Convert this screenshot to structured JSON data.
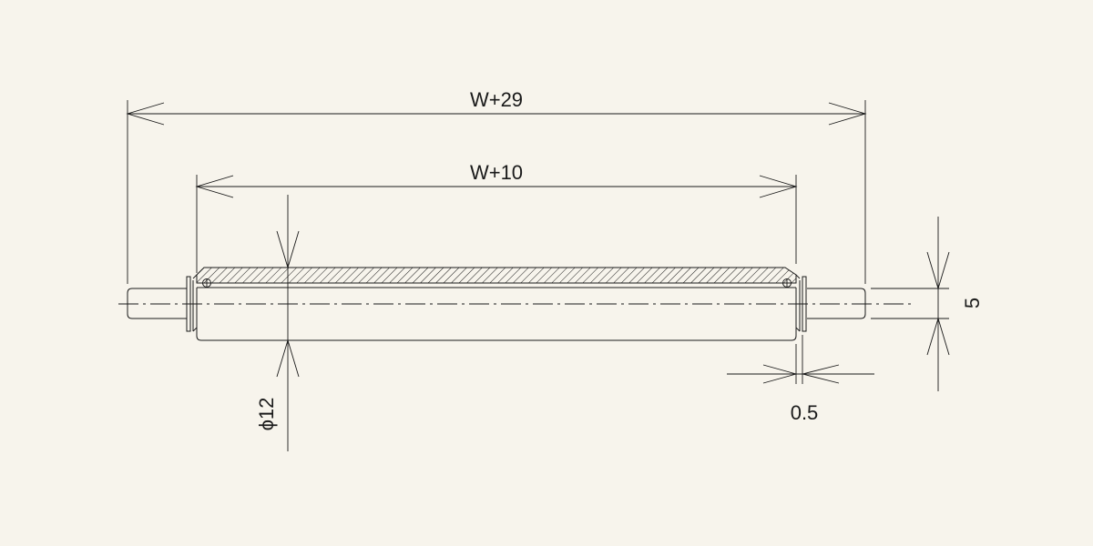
{
  "dimensions": {
    "overall_width": "W+29",
    "roller_width": "W+10",
    "diameter": "ϕ12",
    "shaft_size": "5",
    "gap": "0.5"
  },
  "colors": {
    "background": "#f7f4ec",
    "line": "#1a1a1a"
  }
}
